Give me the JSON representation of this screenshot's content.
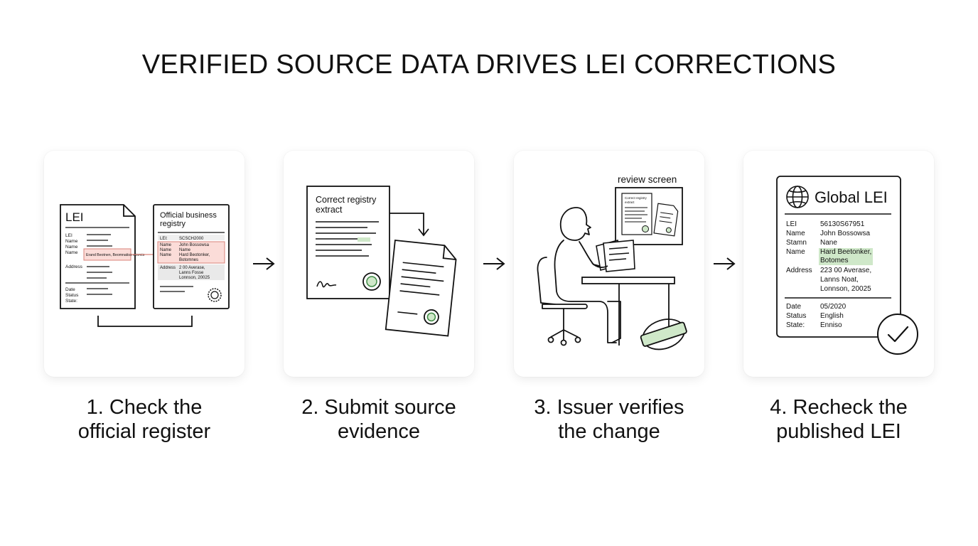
{
  "title": "VERIFIED SOURCE DATA DRIVES LEI CORRECTIONS",
  "steps": [
    {
      "caption_line1": "1. Check the",
      "caption_line2": "official register",
      "doc_left": {
        "header": "LEI",
        "labels": [
          "LEI",
          "Name",
          "Name",
          "Name",
          "Address",
          "Date",
          "Status",
          "State:"
        ],
        "highlight": "Erand Beotnen, Beomnatiss stiomis"
      },
      "doc_right": {
        "header_line1": "Official business",
        "header_line2": "registry",
        "rows": [
          {
            "label": "LEI:",
            "value": "SCSCH2000"
          },
          {
            "label": "Name",
            "value": "John Bossowsa"
          },
          {
            "label": "Name",
            "value": "Name"
          },
          {
            "label": "Name",
            "value": "Hard Beotonker,"
          },
          {
            "label": "",
            "value": "Botomnes"
          },
          {
            "label": "Address",
            "value": "2 00 Averase,"
          },
          {
            "label": "",
            "value": "Lanns Fosse"
          },
          {
            "label": "",
            "value": "Lonnson, 20025"
          }
        ]
      }
    },
    {
      "caption_line1": "2. Submit source",
      "caption_line2": "evidence",
      "doc_header_line1": "Correct registry",
      "doc_header_line2": "extract"
    },
    {
      "caption_line1": "3. Issuer verifies",
      "caption_line2": "the change",
      "screen_label": "review screen",
      "mini_doc_line1": "Correct registry",
      "mini_doc_line2": "extract"
    },
    {
      "caption_line1": "4. Recheck the",
      "caption_line2": "published LEI",
      "doc_header": "Global LEI",
      "rows": [
        {
          "label": "LEI",
          "value": "56130S67951"
        },
        {
          "label": "Name",
          "value": "John Bossowsa"
        },
        {
          "label": "Stamn",
          "value": "Nane"
        },
        {
          "label": "Name",
          "value": "Hard Beetonker,"
        },
        {
          "label": "",
          "value": "Botomes"
        },
        {
          "label": "Address",
          "value": "223 00 Averase,"
        },
        {
          "label": "",
          "value": "Lanns Noat,"
        },
        {
          "label": "",
          "value": "Lonnson, 20025"
        },
        {
          "label": "Date",
          "value": "05/2020"
        },
        {
          "label": "Status",
          "value": "English"
        },
        {
          "label": "State:",
          "value": "Enniso"
        }
      ]
    }
  ],
  "colors": {
    "accent_green": "#cfe8c9",
    "green_stroke": "#3f8a45",
    "highlight_red_fill": "#fbdcd8",
    "highlight_red_stroke": "#d9837a",
    "ink": "#111111"
  }
}
